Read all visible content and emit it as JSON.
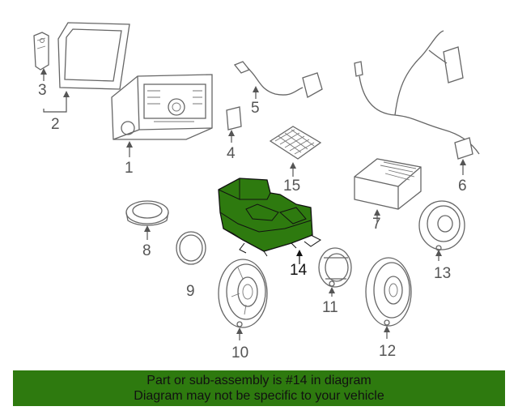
{
  "callouts": {
    "c1": "1",
    "c2": "2",
    "c3": "3",
    "c4": "4",
    "c5": "5",
    "c6": "6",
    "c7": "7",
    "c8": "8",
    "c9": "9",
    "c10": "10",
    "c11": "11",
    "c12": "12",
    "c13": "13",
    "c14": "14",
    "c15": "15"
  },
  "highlight_color": "#2e7a0f",
  "banner": {
    "line1": "Part or sub-assembly is #14 in diagram",
    "line2": "Diagram may not be specific to your vehicle"
  }
}
